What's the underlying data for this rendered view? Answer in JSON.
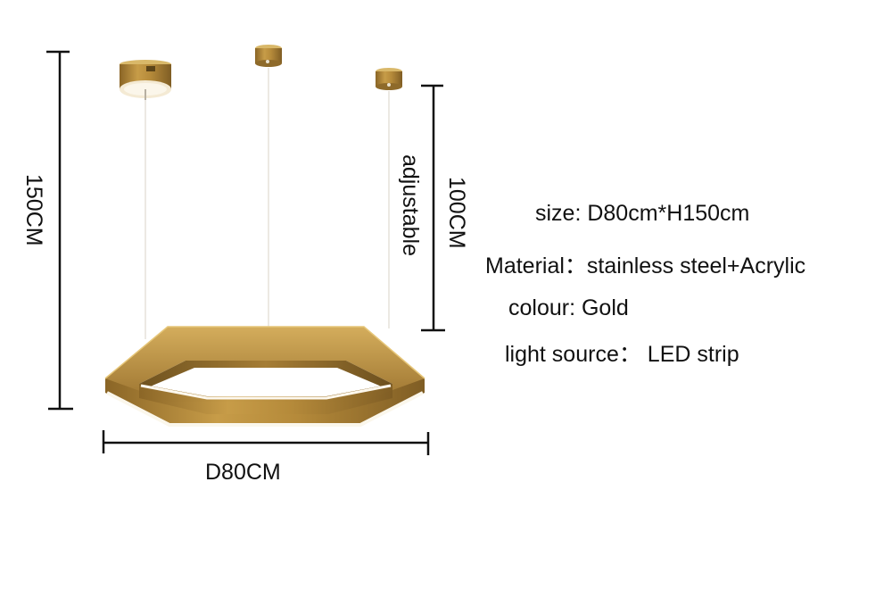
{
  "dimensions": {
    "height_label": "150CM",
    "diameter_label": "D80CM",
    "adjustable_label": "adjustable",
    "cable_label": "100CM"
  },
  "specs": {
    "size": "size:  D80cm*H150cm",
    "material": "Material：stainless steel+Acrylic",
    "colour": "colour:  Gold",
    "light_source": "light source： LED strip"
  },
  "colors": {
    "gold_light": "#d8b15a",
    "gold_mid": "#b58a3a",
    "gold_dark": "#7a5a22",
    "line": "#111111"
  }
}
